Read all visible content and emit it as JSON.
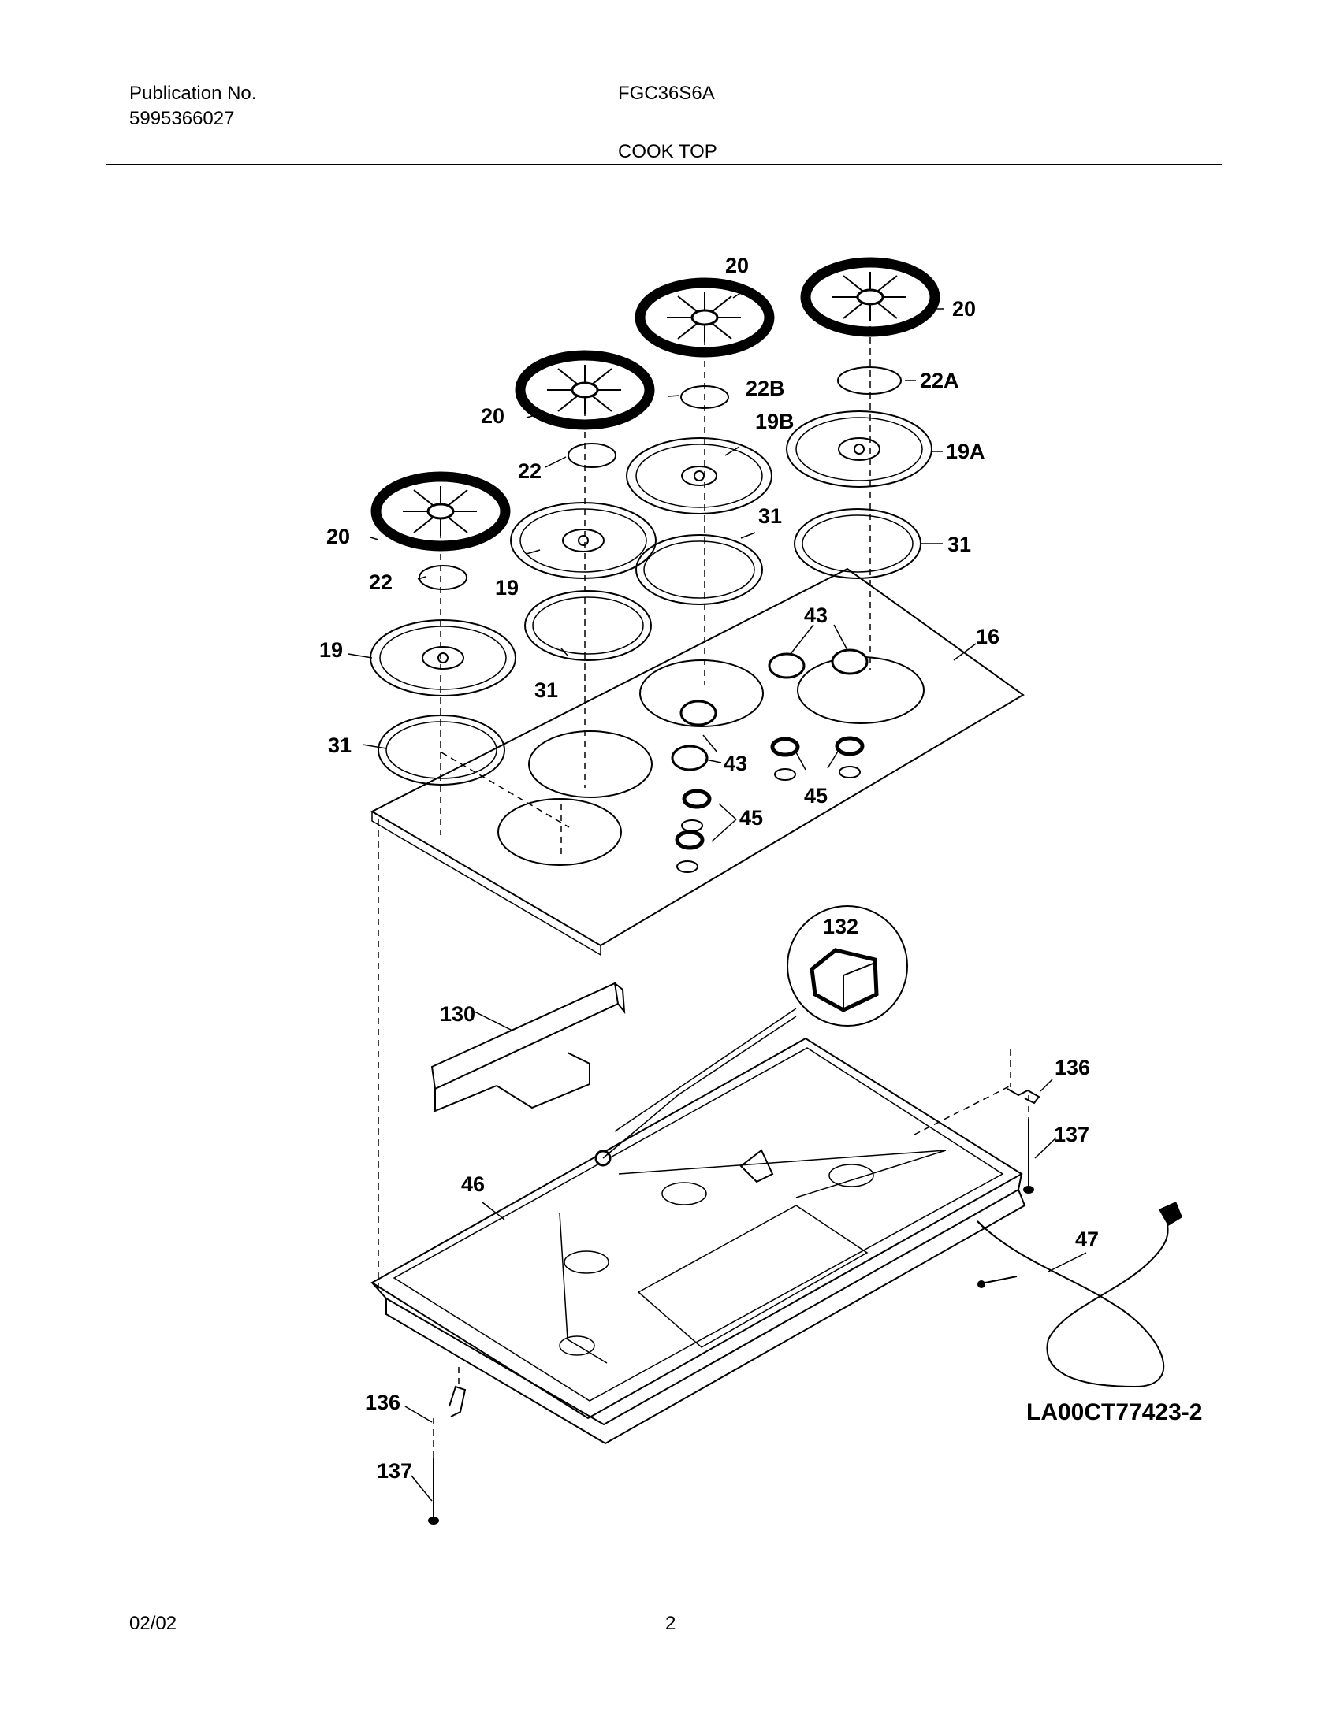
{
  "header": {
    "publication_label": "Publication No.",
    "publication_number": "5995366027",
    "model": "FGC36S6A",
    "section_title": "COOK TOP"
  },
  "footer": {
    "date": "02/02",
    "page_number": "2"
  },
  "diagram": {
    "drawing_code": "LA00CT77423-2",
    "callouts": {
      "c20a": "20",
      "c20b": "20",
      "c20c": "20",
      "c20d": "20",
      "c22a": "22A",
      "c22b": "22B",
      "c22c": "22",
      "c22d": "22",
      "c19a": "19A",
      "c19b": "19B",
      "c19c": "19",
      "c19d": "19",
      "c31a": "31",
      "c31b": "31",
      "c31c": "31",
      "c31d": "31",
      "c16": "16",
      "c43a": "43",
      "c43b": "43",
      "c45a": "45",
      "c45b": "45",
      "c132": "132",
      "c130": "130",
      "c136a": "136",
      "c136b": "136",
      "c137a": "137",
      "c137b": "137",
      "c46": "46",
      "c47": "47"
    }
  }
}
